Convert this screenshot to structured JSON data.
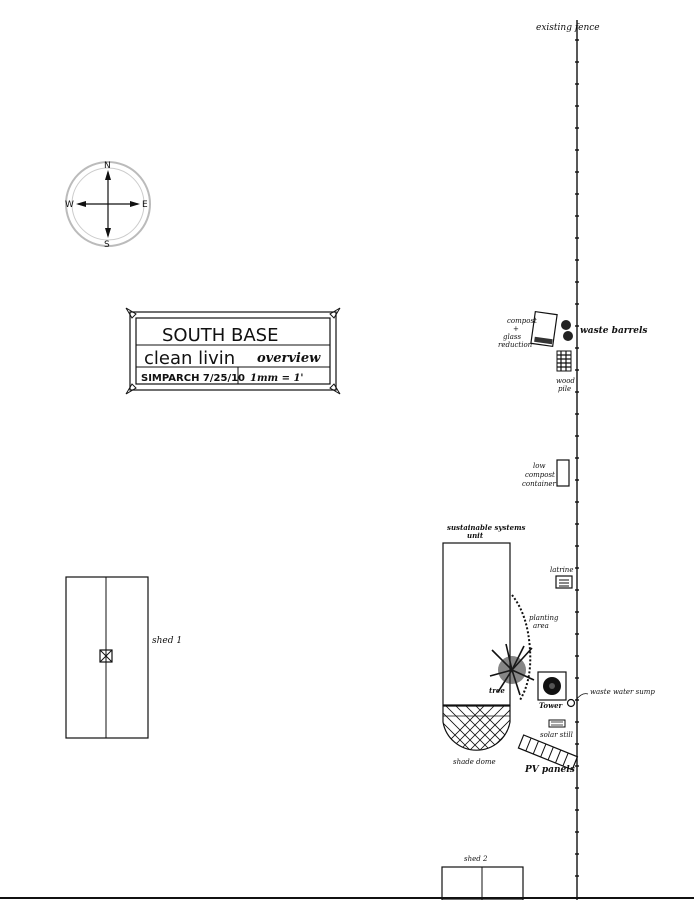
{
  "title_block": {
    "line1": "SOUTH BASE",
    "line2a": "clean livin",
    "line2b": "overview",
    "line3a": "SIMPARCH 7/25/10",
    "line3b": "1mm = 1'"
  },
  "compass": {
    "n": "N",
    "s": "S",
    "e": "E",
    "w": "W"
  },
  "labels": {
    "existing_fence": "existing fence",
    "compost_1": "compost",
    "compost_2": "+",
    "compost_3": "glass",
    "compost_4": "reduction",
    "waste_barrels": "waste barrels",
    "wood_1": "wood",
    "wood_2": "pile",
    "low_1": "low",
    "low_2": "compost",
    "low_3": "container",
    "sus_1": "sustainable systems",
    "sus_2": "unit",
    "latrine": "latrine",
    "planting_1": "planting",
    "planting_2": "area",
    "tree": "tree",
    "tower": "Tower",
    "waste_water": "waste water sump",
    "solar_still": "solar still",
    "shade_dome": "shade dome",
    "pv_panels": "PV panels",
    "shed1": "shed 1",
    "shed2": "shed 2"
  }
}
